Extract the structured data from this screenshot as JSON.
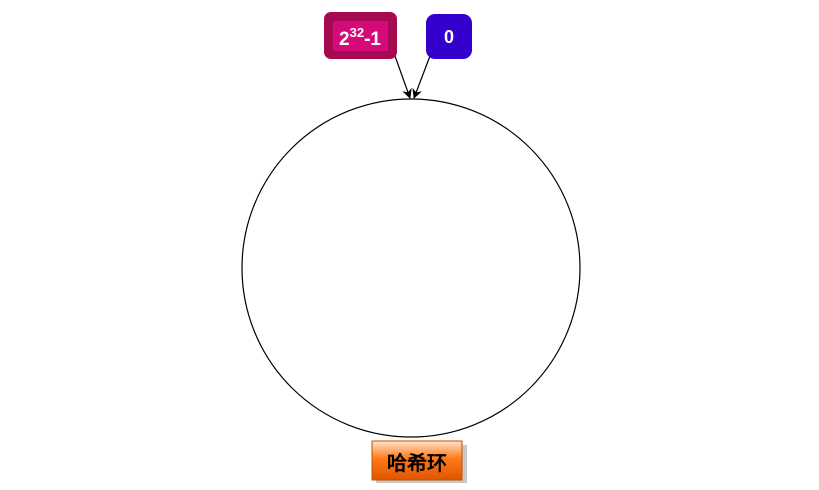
{
  "nodes": {
    "max_value": {
      "base": "2",
      "exponent": "32",
      "suffix": "-1",
      "outer_color": "#a50a50",
      "inner_color": "#d40a7a"
    },
    "zero_value": {
      "label": "0",
      "color": "#3300cc"
    }
  },
  "ring": {
    "label": "哈希环",
    "label_color": "#f26a00"
  }
}
